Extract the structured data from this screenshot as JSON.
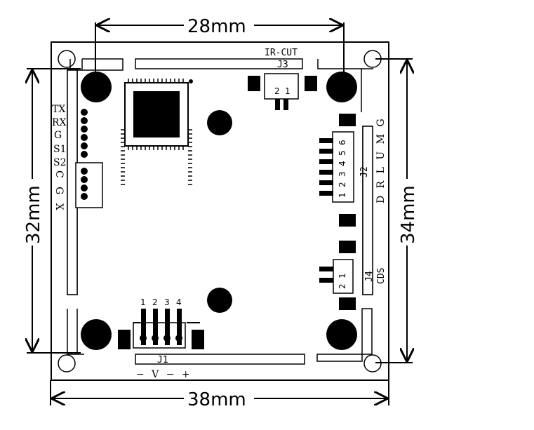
{
  "dimensions": {
    "top": "28mm",
    "bottom": "38mm",
    "left": "32mm",
    "right": "34mm"
  },
  "connectors": {
    "j1": {
      "label": "J1",
      "pins": [
        "1",
        "2",
        "3",
        "4"
      ],
      "signals": "− V − +"
    },
    "j2": {
      "label": "J2",
      "pins": [
        "1",
        "2",
        "3",
        "4",
        "5",
        "6"
      ],
      "signals": "D R L U M G"
    },
    "j3": {
      "label": "J3",
      "title": "IR-CUT",
      "pins": [
        "2",
        "1"
      ]
    },
    "j4": {
      "label": "J4",
      "title": "CDS",
      "pins": [
        "1",
        "2"
      ]
    }
  },
  "left_header": {
    "labels": [
      "TX",
      "RX",
      "G",
      "S1",
      "S2"
    ],
    "rotated": "C G X"
  }
}
